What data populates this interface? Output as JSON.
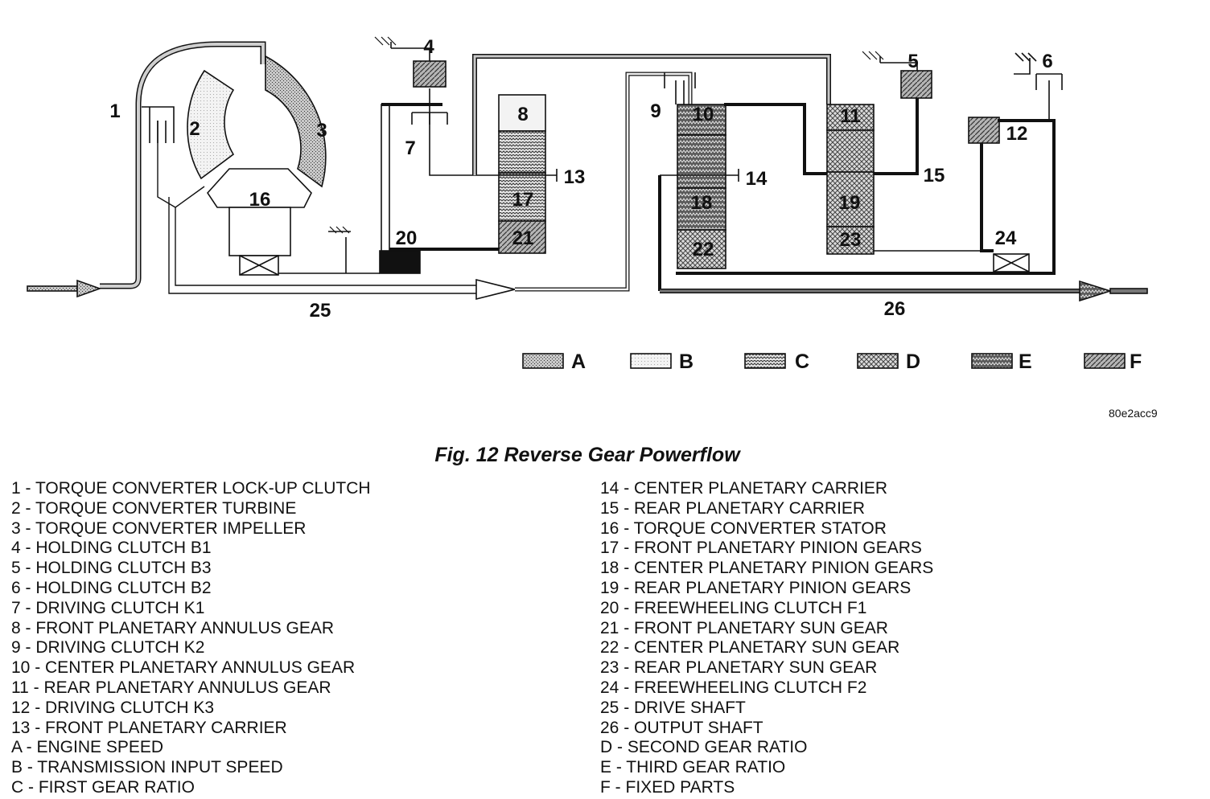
{
  "diagram": {
    "callouts": [
      "1",
      "2",
      "3",
      "4",
      "5",
      "6",
      "7",
      "8",
      "9",
      "10",
      "11",
      "12",
      "13",
      "14",
      "15",
      "16",
      "17",
      "18",
      "19",
      "20",
      "21",
      "22",
      "23",
      "24",
      "25",
      "26"
    ],
    "key": [
      {
        "letter": "A",
        "pattern": "pat-a"
      },
      {
        "letter": "B",
        "pattern": "pat-b"
      },
      {
        "letter": "C",
        "pattern": "pat-c"
      },
      {
        "letter": "D",
        "pattern": "pat-d"
      },
      {
        "letter": "E",
        "pattern": "pat-e"
      },
      {
        "letter": "F",
        "pattern": "pat-f"
      }
    ]
  },
  "image_code": "80e2acc9",
  "caption": "Fig. 12 Reverse Gear Powerflow",
  "legend_left": [
    "1 - TORQUE CONVERTER LOCK-UP CLUTCH",
    "2 - TORQUE CONVERTER TURBINE",
    "3 - TORQUE CONVERTER IMPELLER",
    "4 - HOLDING CLUTCH B1",
    "5 - HOLDING CLUTCH B3",
    "6 - HOLDING CLUTCH B2",
    "7 - DRIVING CLUTCH K1",
    "8 - FRONT PLANETARY ANNULUS GEAR",
    "9 - DRIVING CLUTCH K2",
    "10 - CENTER PLANETARY ANNULUS GEAR",
    "11 - REAR PLANETARY ANNULUS GEAR",
    "12 - DRIVING CLUTCH K3",
    "13 - FRONT PLANETARY CARRIER",
    "A - ENGINE SPEED",
    "B - TRANSMISSION INPUT SPEED",
    "C - FIRST GEAR RATIO"
  ],
  "legend_right": [
    "14 - CENTER PLANETARY CARRIER",
    "15 - REAR PLANETARY CARRIER",
    "16 - TORQUE CONVERTER STATOR",
    "17 - FRONT PLANETARY PINION GEARS",
    "18 - CENTER PLANETARY PINION GEARS",
    "19 - REAR PLANETARY PINION GEARS",
    "20 - FREEWHEELING CLUTCH F1",
    "21 - FRONT PLANETARY SUN GEAR",
    "22 - CENTER PLANETARY SUN GEAR",
    "23 - REAR PLANETARY SUN GEAR",
    "24 - FREEWHEELING CLUTCH F2",
    "25 - DRIVE SHAFT",
    "26 - OUTPUT SHAFT",
    "D - SECOND GEAR RATIO",
    "E - THIRD GEAR RATIO",
    "F - FIXED PARTS"
  ]
}
